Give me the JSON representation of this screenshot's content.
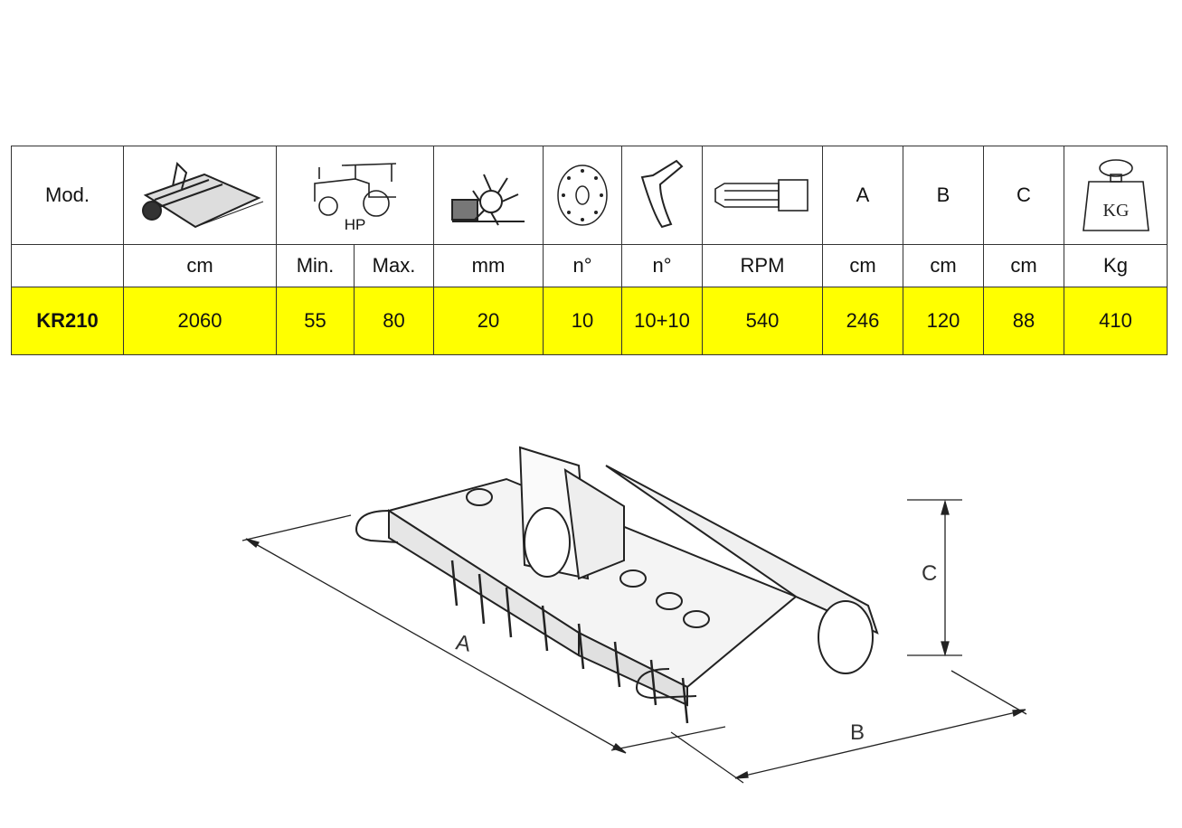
{
  "table": {
    "header": {
      "model_label": "Mod.",
      "hp_label": "HP",
      "a_label": "A",
      "b_label": "B",
      "c_label": "C",
      "weight_icon_label": "KG"
    },
    "icons": [
      "rotary-tiller-icon",
      "tractor-icon",
      "rotor-blades-icon",
      "rotor-flange-icon",
      "blade-icon",
      "pto-shaft-icon",
      "weight-icon"
    ],
    "units": [
      "",
      "cm",
      "Min.",
      "Max.",
      "mm",
      "n°",
      "n°",
      "RPM",
      "cm",
      "cm",
      "cm",
      "Kg"
    ],
    "rows": [
      [
        "KR210",
        "2060",
        "55",
        "80",
        "20",
        "10",
        "10+10",
        "540",
        "246",
        "120",
        "88",
        "410"
      ]
    ],
    "highlight_color": "#ffff00"
  },
  "drawing": {
    "dim_a": "A",
    "dim_b": "B",
    "dim_c": "C"
  }
}
